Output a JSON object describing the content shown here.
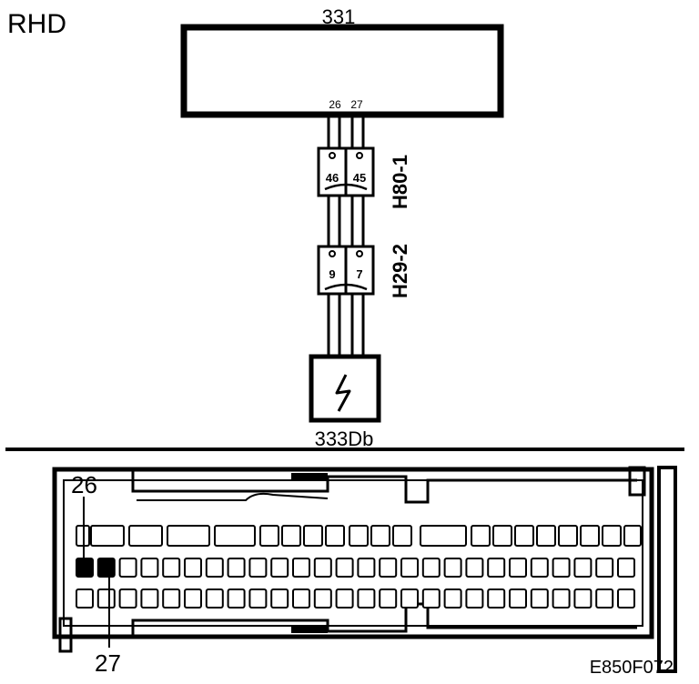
{
  "diagram": {
    "drive_side_label": "RHD",
    "module": {
      "label": "331",
      "pins": [
        "26",
        "27"
      ]
    },
    "connector_h80": {
      "label": "H80-1",
      "pins": [
        "46",
        "45"
      ]
    },
    "connector_h29": {
      "label": "H29-2",
      "pins": [
        "9",
        "7"
      ]
    },
    "ground_device": {
      "label": "333Db"
    },
    "pin_callouts": {
      "top": "26",
      "bottom": "27"
    },
    "figure_code": "E850F072"
  }
}
